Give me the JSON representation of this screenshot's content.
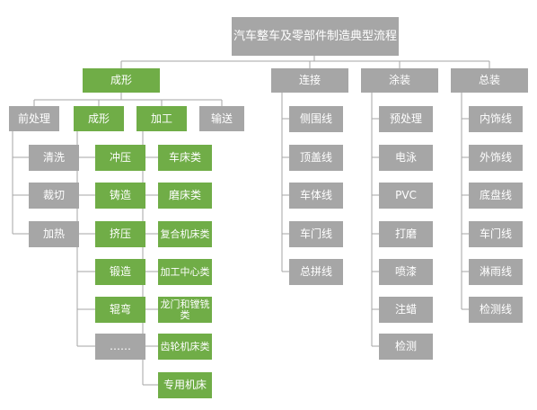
{
  "root": "汽车整车及零部件制造典型流程",
  "categories": {
    "forming": "成形",
    "joining": "连接",
    "painting": "涂装",
    "assembly": "总装"
  },
  "forming_groups": {
    "pretreat": "前处理",
    "forming": "成形",
    "machining": "加工",
    "conveying": "输送"
  },
  "pretreat_items": [
    "清洗",
    "裁切",
    "加热"
  ],
  "forming_items": [
    "冲压",
    "铸造",
    "挤压",
    "锻造",
    "辊弯",
    "……"
  ],
  "machining_items": [
    "车床类",
    "磨床类",
    "复合机床类",
    "加工中心类",
    "龙门和镗铣类",
    "齿轮机床类",
    "专用机床"
  ],
  "joining_items": [
    "侧围线",
    "顶盖线",
    "车体线",
    "车门线",
    "总拼线"
  ],
  "painting_items": [
    "预处理",
    "电泳",
    "PVC",
    "打磨",
    "喷漆",
    "注蜡",
    "检测"
  ],
  "assembly_items": [
    "内饰线",
    "外饰线",
    "底盘线",
    "车门线",
    "淋雨线",
    "检测线"
  ],
  "colors": {
    "gray": "#a6a6a6",
    "green": "#70ad47",
    "connector": "#a6a6a6"
  }
}
